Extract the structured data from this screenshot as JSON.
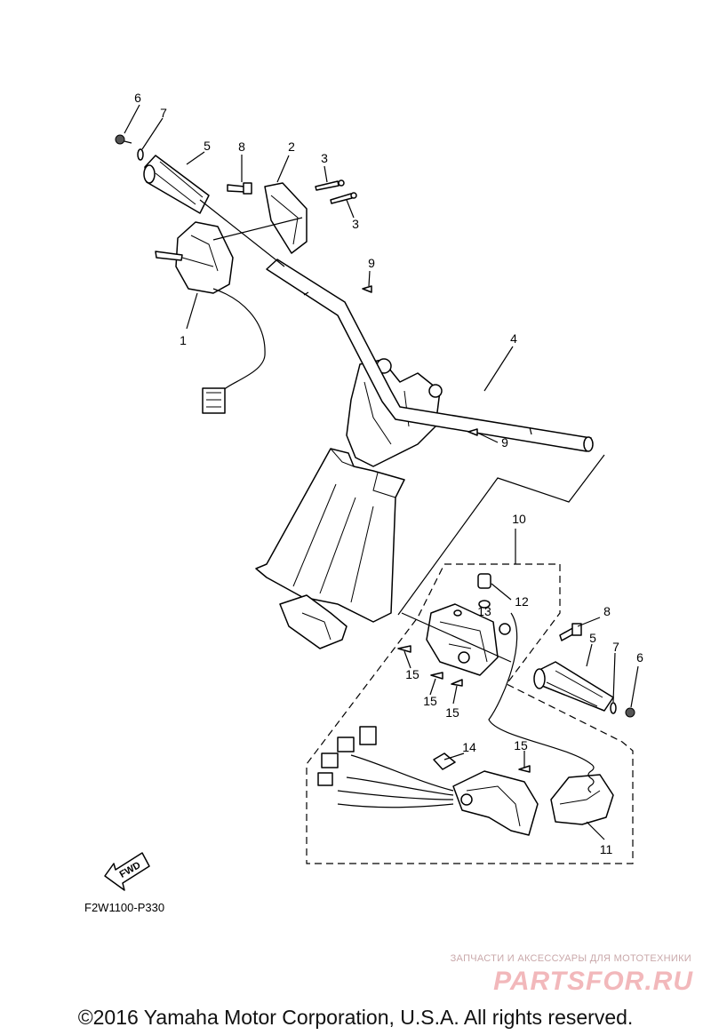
{
  "diagram": {
    "callouts": {
      "c1": "1",
      "c2": "2",
      "c3a": "3",
      "c3b": "3",
      "c4": "4",
      "c5a": "5",
      "c5b": "5",
      "c6a": "6",
      "c6b": "6",
      "c7a": "7",
      "c7b": "7",
      "c8a": "8",
      "c8b": "8",
      "c9a": "9",
      "c9b": "9",
      "c10": "10",
      "c11": "11",
      "c12": "12",
      "c13": "13",
      "c14": "14",
      "c15a": "15",
      "c15b": "15",
      "c15c": "15",
      "c15d": "15"
    },
    "fwd_label": "FWD",
    "reference_code": "F2W1100-P330"
  },
  "watermark": {
    "tagline": "ЗАПЧАСТИ И АКСЕССУАРЫ ДЛЯ МОТОТЕХНИКИ",
    "brand": "PARTSFOR.RU"
  },
  "footer": {
    "copyright": "©2016 Yamaha Motor Corporation, U.S.A. All rights reserved."
  }
}
